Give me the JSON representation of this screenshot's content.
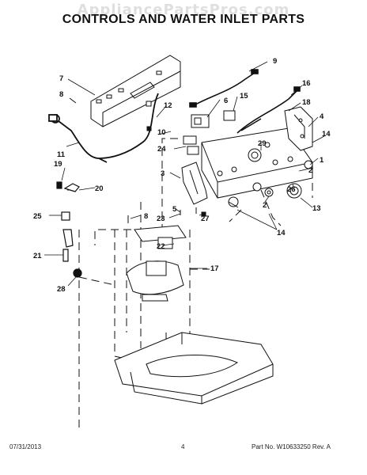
{
  "watermark": "AppliancePartsPros.com",
  "title": "CONTROLS AND WATER INLET PARTS",
  "footer": {
    "date": "07/31/2013",
    "page": "4",
    "part_info": "Part No.  W10633250  Rev. A"
  },
  "callouts": [
    "9",
    "7",
    "16",
    "8",
    "15",
    "18",
    "6",
    "12",
    "4",
    "10",
    "14",
    "11",
    "24",
    "1",
    "29",
    "19",
    "3",
    "2",
    "20",
    "26",
    "13",
    "5",
    "27",
    "8",
    "23",
    "2",
    "25",
    "14",
    "22",
    "21",
    "17",
    "28"
  ]
}
